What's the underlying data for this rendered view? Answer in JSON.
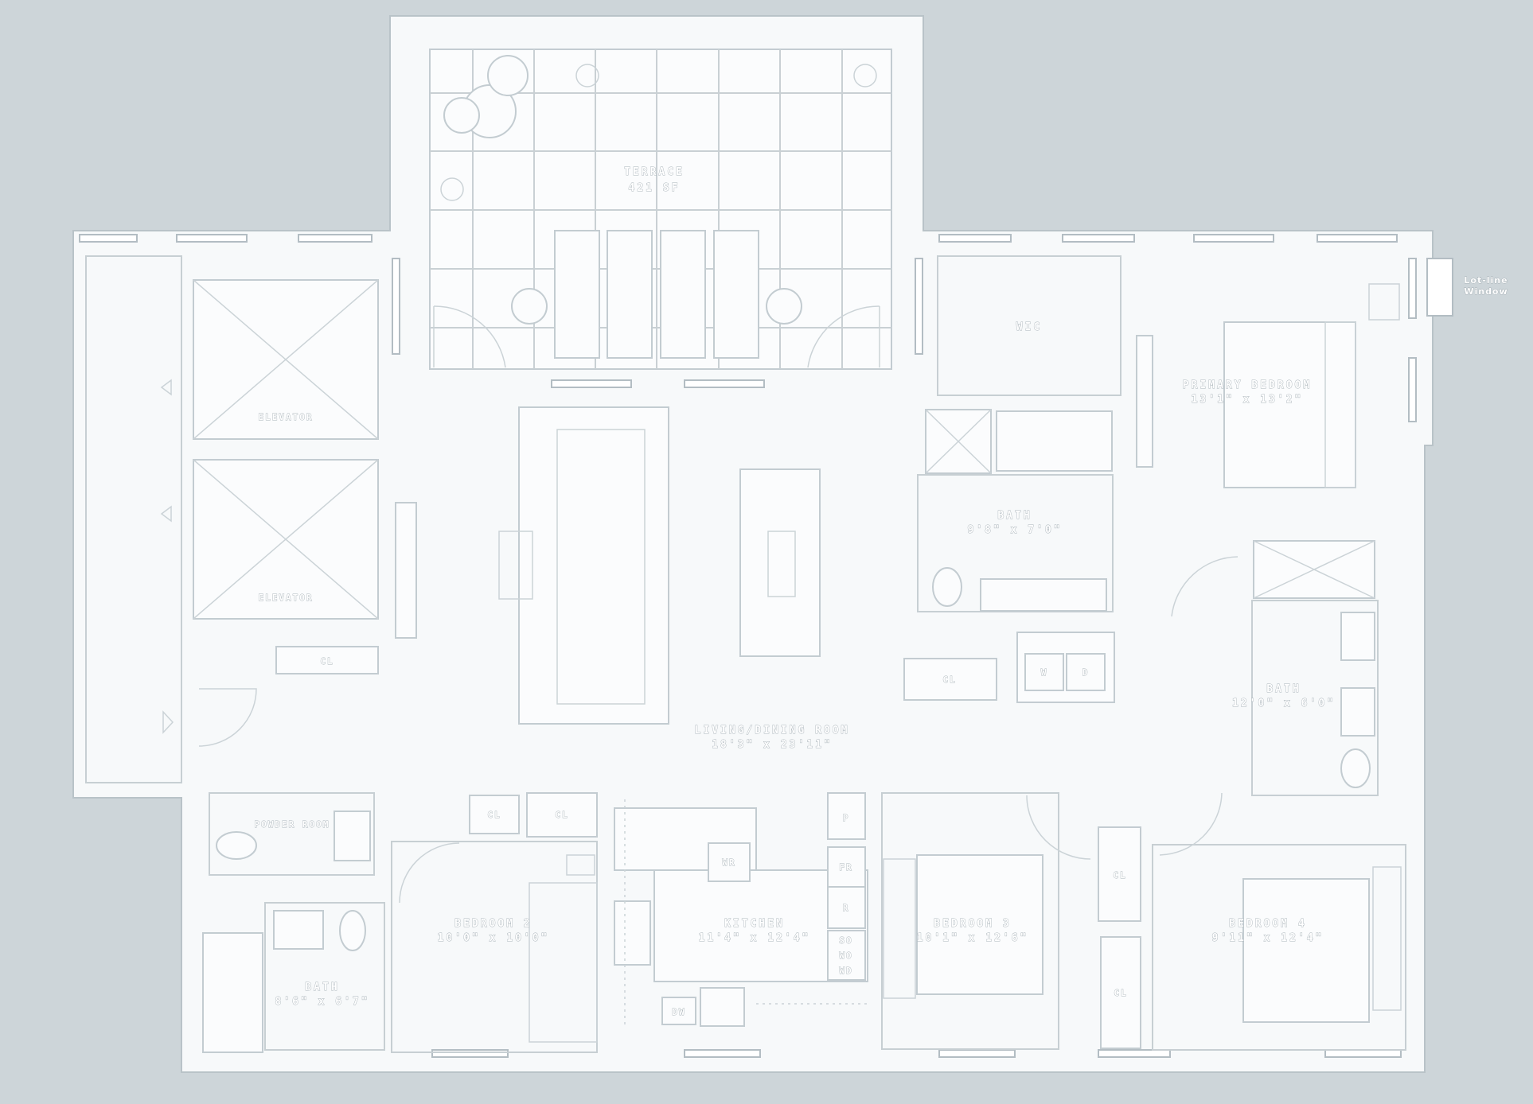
{
  "rooms": {
    "terrace": {
      "name": "TERRACE",
      "dim": "421 SF"
    },
    "elevator_1": {
      "name": "ELEVATOR"
    },
    "elevator_2": {
      "name": "ELEVATOR"
    },
    "wic": {
      "name": "WIC"
    },
    "primary_bedroom": {
      "name": "PRIMARY BEDROOM",
      "dim": "13'1\" x 13'2\""
    },
    "primary_bath": {
      "name": "BATH",
      "dim": "9'8\" x 7'0\""
    },
    "bath_east": {
      "name": "BATH",
      "dim": "12'0\" x 6'0\""
    },
    "living_dining": {
      "name": "LIVING/DINING ROOM",
      "dim": "18'3\" x 23'11\""
    },
    "powder_room": {
      "name": "POWDER ROOM"
    },
    "bath_west": {
      "name": "BATH",
      "dim": "8'6\" x 6'7\""
    },
    "bedroom_2": {
      "name": "BEDROOM 2",
      "dim": "10'0\" x 10'0\""
    },
    "kitchen": {
      "name": "KITCHEN",
      "dim": "11'4\" x 12'4\""
    },
    "bedroom_3": {
      "name": "BEDROOM 3",
      "dim": "10'1\" x 12'6\""
    },
    "bedroom_4": {
      "name": "BEDROOM 4",
      "dim": "9'11\" x 12'4\""
    }
  },
  "fixtures": {
    "cl_elevator": "CL",
    "cl_laundry": "CL",
    "washer": "W",
    "dryer": "D",
    "cl_hall_1": "CL",
    "cl_hall_2": "CL",
    "wr": "WR",
    "dw": "DW",
    "pantry_p": "P",
    "pantry_fr": "FR",
    "pantry_r": "R",
    "oven_1": "SO",
    "oven_2": "WO",
    "oven_3": "WD",
    "cl_bed4_1": "CL",
    "cl_bed4_2": "CL"
  },
  "annotations": {
    "lot_line_1": "Lot-line",
    "lot_line_2": "Window"
  }
}
